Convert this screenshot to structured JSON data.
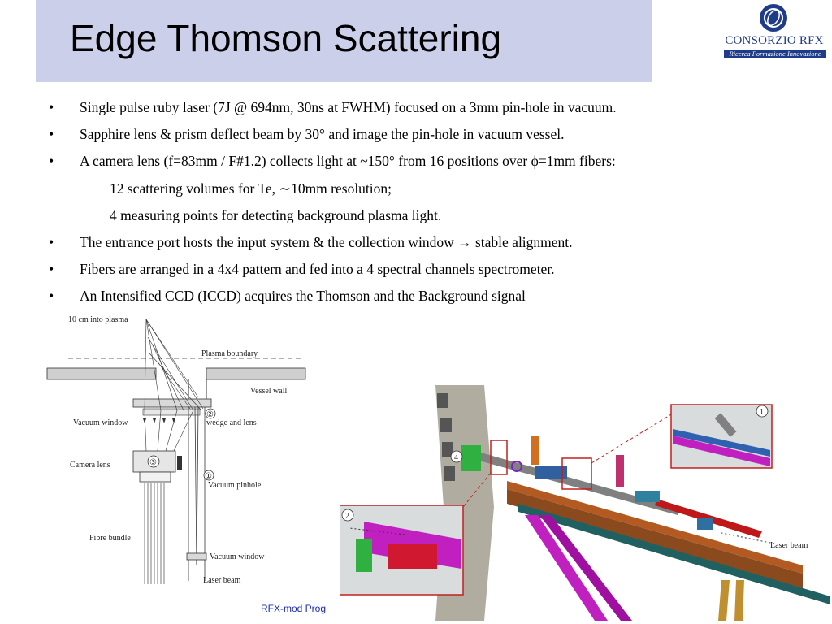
{
  "header": {
    "title": "Edge Thomson Scattering",
    "logo_text": "CONSORZIO RFX",
    "logo_tagline": "Ricerca Formazione Innovazione"
  },
  "bullets": [
    {
      "marker": "•",
      "text": "Single pulse ruby laser (7J @ 694nm, 30ns at FWHM) focused on a 3mm pin-hole in vacuum."
    },
    {
      "marker": "•",
      "text": "Sapphire lens & prism deflect beam by 30° and image the pin-hole in vacuum vessel."
    },
    {
      "marker": "•",
      "text": "A camera lens (f=83mm / F#1.2) collects light at ~150° from 16 positions over ϕ=1mm fibers:"
    },
    {
      "marker": "•",
      "text": "The entrance port hosts the input system & the collection window → stable alignment."
    },
    {
      "marker": "•",
      "text": "Fibers are arranged in a 4x4 pattern and fed into a 4 spectral channels spectrometer."
    },
    {
      "marker": "•",
      "text": "An Intensified CCD (ICCD) acquires the Thomson and the Background signal"
    }
  ],
  "sub_items": [
    "12 scattering volumes for Te, ∼10mm resolution;",
    "4 measuring points for detecting background plasma light."
  ],
  "diagram_left": {
    "labels": {
      "into_plasma": "10 cm into plasma",
      "plasma_boundary": "Plasma boundary",
      "vessel_wall": "Vessel wall",
      "vacuum_window_top": "Vacuum window",
      "wedge_lens": "wedge and lens",
      "camera_lens": "Camera lens",
      "vacuum_pinhole": "Vacuum pinhole",
      "fibre_bundle": "Fibre bundle",
      "vacuum_window_bottom": "Vacuum window",
      "laser_beam": "Laser beam"
    },
    "markers": [
      "②",
      "③",
      "①"
    ]
  },
  "diagram_right": {
    "laser_beam_label": "Laser beam",
    "callouts": [
      "1",
      "2",
      "4"
    ]
  },
  "footer": {
    "text": "RFX-mod Prog"
  }
}
